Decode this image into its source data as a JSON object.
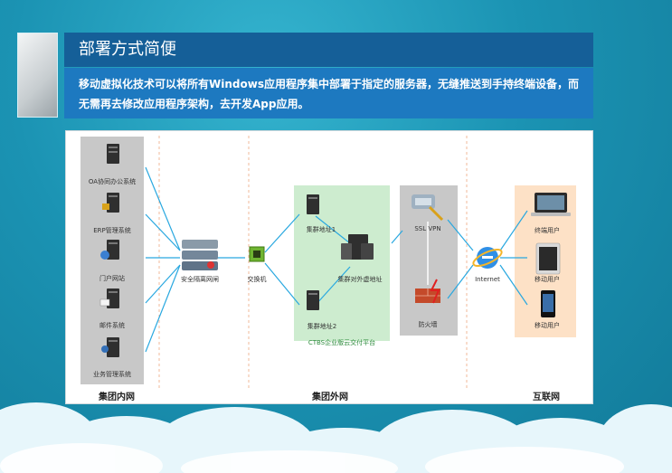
{
  "header": {
    "title": "部署方式简便",
    "description": "移动虚拟化技术可以将所有Windows应用程序集中部署于指定的服务器，无缝推送到手持终端设备，而无需再去修改应用程序架构，去开发App应用。"
  },
  "diagram": {
    "servers": [
      {
        "label": "OA协同办公系统",
        "icon": "server-icon"
      },
      {
        "label": "ERP管理系统",
        "icon": "server-lock-icon"
      },
      {
        "label": "门户网站",
        "icon": "server-globe-icon"
      },
      {
        "label": "邮件系统",
        "icon": "server-mail-icon"
      },
      {
        "label": "业务管理系统",
        "icon": "server-user-icon"
      }
    ],
    "gateway": {
      "label": "安全隔离网闸",
      "icon": "gateway-icon"
    },
    "switch": {
      "label": "交换机",
      "icon": "switch-icon"
    },
    "cluster": {
      "node1": "集群地址1",
      "node2": "集群地址2",
      "virtual": "集群对外虚地址",
      "platform": "CTBS企业版云交付平台"
    },
    "vpn": {
      "label": "SSL VPN",
      "icon": "vpn-key-icon"
    },
    "firewall": {
      "label": "防火墙",
      "icon": "firewall-icon"
    },
    "internet": {
      "label": "Internet",
      "icon": "internet-icon"
    },
    "devices": [
      {
        "label": "终端用户",
        "icon": "laptop-icon"
      },
      {
        "label": "移动用户",
        "icon": "tablet-icon"
      },
      {
        "label": "移动用户",
        "icon": "phone-icon"
      }
    ],
    "zones": {
      "intranet": "集团内网",
      "extranet": "集团外网",
      "internet": "互联网"
    }
  },
  "colors": {
    "title_bg": "#155f98",
    "desc_bg": "#1d79c0",
    "line": "#29a8e0",
    "cluster_bg": "#cdeccf",
    "device_bg": "#fde1c6",
    "server_bg": "#c8c8c8"
  }
}
